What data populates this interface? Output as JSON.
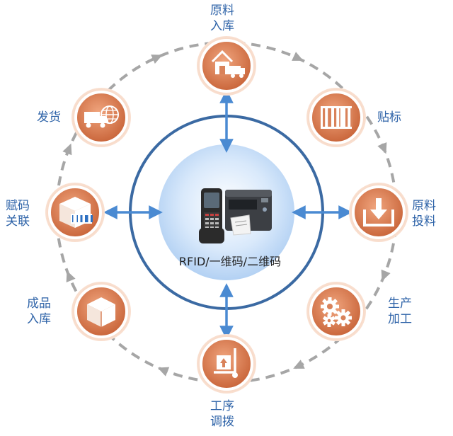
{
  "center": {
    "label": "RFID/一维码/二维码",
    "devices": [
      "handheld-scanner",
      "label-printer"
    ]
  },
  "nodes": [
    {
      "id": "raw-material-inbound",
      "lines": [
        "原料",
        "入库"
      ],
      "icon": "warehouse-truck-icon"
    },
    {
      "id": "labeling",
      "lines": [
        "贴标"
      ],
      "icon": "barcode-icon"
    },
    {
      "id": "raw-material-feeding",
      "lines": [
        "原料",
        "投料"
      ],
      "icon": "download-tray-icon"
    },
    {
      "id": "production",
      "lines": [
        "生产",
        "加工"
      ],
      "icon": "gears-icon"
    },
    {
      "id": "process-transfer",
      "lines": [
        "工序",
        "调拨"
      ],
      "icon": "hand-truck-icon"
    },
    {
      "id": "finished-inbound",
      "lines": [
        "成品",
        "入库"
      ],
      "icon": "box-icon"
    },
    {
      "id": "code-association",
      "lines": [
        "赋码",
        "关联"
      ],
      "icon": "barcode-box-icon"
    },
    {
      "id": "shipping",
      "lines": [
        "发货"
      ],
      "icon": "delivery-truck-globe-icon"
    }
  ],
  "colors": {
    "node_outer": "#f4c3a8",
    "node_inner": "#d9825a",
    "node_ring": "#ffffff",
    "ring": "#3b6aa3",
    "arrow": "#4a8ad2",
    "dash": "#a6a6a6",
    "label": "#2e63a8",
    "glow": "#bcd7f6"
  }
}
